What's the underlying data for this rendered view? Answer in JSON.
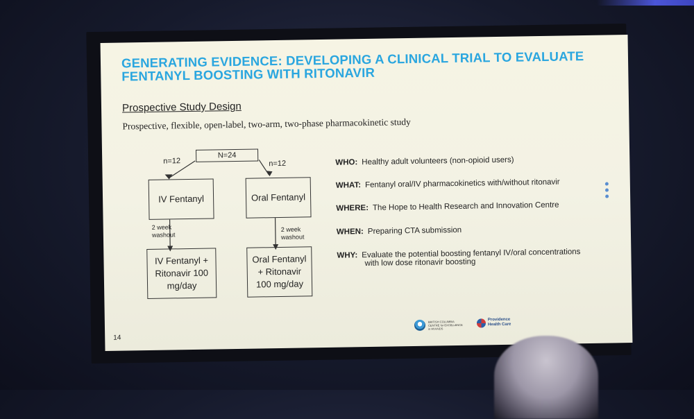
{
  "slide": {
    "title_line1": "GENERATING EVIDENCE: DEVELOPING A CLINICAL TRIAL TO EVALUATE",
    "title_line2": "FENTANYL BOOSTING WITH RITONAVIR",
    "subheading": "Prospective Study Design",
    "description": "Prospective, flexible, open-label, two-arm, two-phase pharmacokinetic study",
    "page_number": "14"
  },
  "diagram": {
    "total": "N=24",
    "left_n": "n=12",
    "right_n": "n=12",
    "iv_phase1": "IV Fentanyl",
    "oral_phase1": "Oral Fentanyl",
    "washout_left_1": "2 week",
    "washout_left_2": "washout",
    "washout_right_1": "2 week",
    "washout_right_2": "washout",
    "iv_phase2_1": "IV Fentanyl +",
    "iv_phase2_2": "Ritonavir 100",
    "iv_phase2_3": "mg/day",
    "oral_phase2_1": "Oral Fentanyl",
    "oral_phase2_2": "+ Ritonavir",
    "oral_phase2_3": "100 mg/day"
  },
  "info": [
    {
      "label": "WHO:",
      "text": "Healthy adult volunteers (non-opioid users)"
    },
    {
      "label": "WHAT:",
      "text": "Fentanyl oral/IV pharmacokinetics with/without ritonavir"
    },
    {
      "label": "WHERE:",
      "text": "The Hope to Health Research and Innovation Centre"
    },
    {
      "label": "WHEN:",
      "text": "Preparing CTA submission"
    },
    {
      "label": "WHY:",
      "text": "Evaluate the potential boosting fentanyl IV/oral concentrations",
      "text2": "with low dose ritonavir boosting"
    }
  ],
  "logos": {
    "bc_centre": "BRITISH COLUMBIA CENTRE for EXCELLENCE in HIV/AIDS",
    "providence_1": "Providence",
    "providence_2": "Health Care"
  },
  "colors": {
    "title": "#2aa6df",
    "slide_bg": "#f4f3e5",
    "room": "#161a2c"
  },
  "icons": [
    "more-vertical-icon",
    "bc-centre-logo",
    "providence-logo"
  ]
}
